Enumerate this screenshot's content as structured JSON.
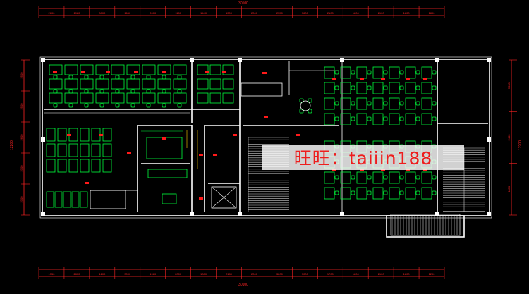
{
  "title": "",
  "watermark": "旺旺：taiiin188",
  "colors": {
    "background": "#000000",
    "wall": "#ffffff",
    "furniture": "#00ff3c",
    "dimension": "#ff2424",
    "label": "#ff1a1a",
    "stairs": "#cfcfcf",
    "accent": "#ffd000"
  },
  "dimensions": {
    "overall_top": "30100",
    "overall_bottom": "30100",
    "top_segments": [
      "2600",
      "1980",
      "3000",
      "1650",
      "2000",
      "1150",
      "1440",
      "1300",
      "2000",
      "2550",
      "3600",
      "2100",
      "1800",
      "2100",
      "1800",
      "1800"
    ],
    "bottom_segments": [
      "1350",
      "2800",
      "1200",
      "3000",
      "1960",
      "2000",
      "1300",
      "2180",
      "2000",
      "3200",
      "3000",
      "1700",
      "1800",
      "2100",
      "1800",
      "1200"
    ],
    "left_overall": "12200",
    "left_segments": [
      "2500",
      "2500",
      "2600",
      "2300",
      "2300"
    ],
    "right_overall": "12200",
    "right_segments": [
      "5000",
      "2400",
      "4800"
    ]
  }
}
